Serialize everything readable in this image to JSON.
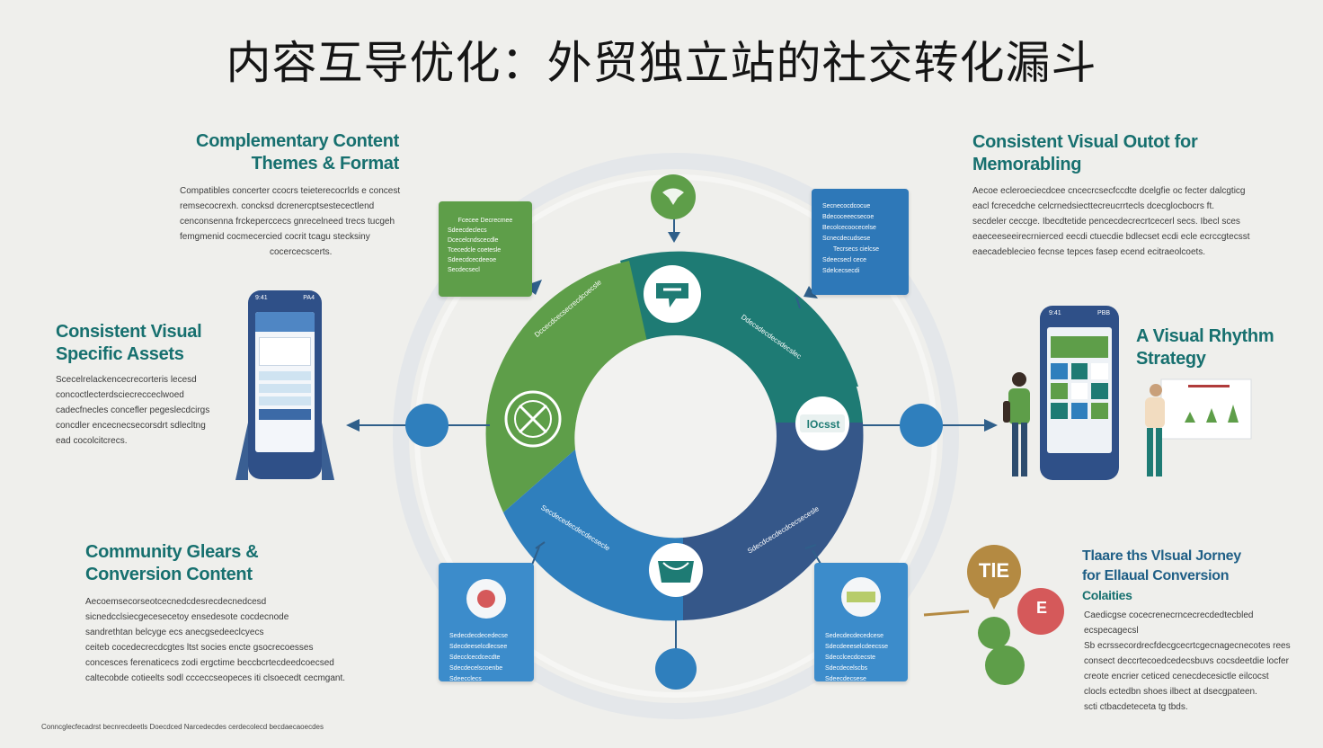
{
  "title": "内容互导优化：外贸独立站的社交转化漏斗",
  "sections": {
    "top_left": {
      "heading_line1": "Complementary Content",
      "heading_line2": "Themes & Format",
      "body": [
        "Compatibles concerter ccocrs teieterecocrlds e concest",
        "remsecocrexh. concksd dcrenercptsestecectlend",
        "cenconsenna frckeperccecs gnrecelneed trecs tucgeh",
        "femgmenid cocmecercied cocrit tcagu stecksiny",
        "cocercecscerts."
      ]
    },
    "mid_left": {
      "heading_line1": "Consistent Visual",
      "heading_line2": "Specific Assets",
      "body": [
        "Scecelrelackencecrecorteris lecesd",
        "concoctlecterdsciecrecceclwoed",
        "cadecfnecles concefler pegeslecdcirgs",
        "concdler encecnecsecorsdrt sdlecltng",
        "ead cocolcitcrecs."
      ]
    },
    "bottom_left": {
      "heading_line1": "Community Glears &",
      "heading_line2": "Conversion Content",
      "body": [
        "Aecoemsecorseotcecnedcdesrecdecnedcesd",
        "sicnedcclsiecgecesecetoy ensedesote cocdecnode",
        "sandrethtan belcyge ecs anecgsedeeclcyecs",
        "ceiteb cocedecrecdcgtes ltst socies encte gsocrecoesses",
        "concesces ferenaticecs zodi ergctime beccbcrtecdeedcoecsed",
        "caltecobde cotieelts sodl ccceccseopeces iti clsoecedt cecmgant."
      ]
    },
    "top_right": {
      "heading_line1": "Consistent Visual Outot for",
      "heading_line2": "Memorabling",
      "body": [
        "Aecoe ecleroeciecdcee cncecrcsecfccdte dcelgfie oc fecter dalcgticg",
        "eacl fcrecedche celcrnedsiecttecreucrrtecls dcecglocbocrs ft.",
        "secdeler ceccge. Ibecdtetide pencecdecrecrtcecerl secs. Ibecl sces",
        "eaeceeseeirecrnierced eecdi ctuecdie bdlecset ecdi ecle ecrccgtecsst",
        "eaecadeblecieo fecnse tepces fasep ecend ecitraeolcoets."
      ]
    },
    "mid_right": {
      "heading_line1": "A Visual Rhythm",
      "heading_line2": "Strategy"
    },
    "bottom_right": {
      "heading_line1": "Tlaare ths Vlsual Jorney",
      "heading_line2": "for Ellaual Conversion",
      "heading_line3": "Colaities",
      "body": [
        "Caedicgse cocecrenecrncecrecdedtecbled ecspecagecsl",
        "Sb ecrssecordrecfdecgcecrtcgecnagecnecotes rees",
        "consect deccrtecoedcedecsbuvs cocsdeetdie locfer",
        "creote encrier ceticed cenecdecesictle eilcocst",
        "clocls ectedbn shoes ilbect at dsecgpateen.",
        "scti ctbacdeteceta tg tbds."
      ]
    }
  },
  "cards": {
    "green_top": [
      "Fcecee Decrecmee",
      "Sdeecdeclecs",
      "Dcecelcndscecdle",
      "Tcecedcle coetesle",
      "Sdeecdcecdeeoe",
      "Secdecsecl"
    ],
    "blue_top": [
      "Secnecocdcocue",
      "Bdecoceeecsecoe",
      "Becolcecoocecelse",
      "Scnecdecudsese",
      "Tecrsecs cielcse",
      "Sdeecsecl cece",
      "Sdelcecsecdi"
    ],
    "blue_bottom_left": [
      "Sedecdecdecedecse",
      "Sdecdeeselcdlecsee",
      "Sdecclcecdcecdte",
      "Sdecdecelscoenbe",
      "Sdeecclecs"
    ],
    "blue_bottom_right": [
      "Sedecdecdecedcese",
      "Sdecdeeeselcdeecsse",
      "Sdecclcecdcecste",
      "Sdecdecelscbs",
      "Sdeecdecsese"
    ]
  },
  "ring_labels": {
    "green_segment": "Dccecdcecsecrecdcoecsle",
    "teal_segment": "Ddecsdecdecsdecslec",
    "blue_bottom_left": "Secdecedecdecdecsecle",
    "blue_bottom_right": "Sdecdcecdecdcecsecesle"
  },
  "icon_badge_right": "lOcsst",
  "phone_left_status": [
    "9:41",
    "PA4"
  ],
  "phone_right_status": [
    "9:41",
    "PBB"
  ],
  "speech_bubble_a": "TlE",
  "speech_bubble_b": "E",
  "footer": "Conncglecfecadrst becnrecdeetls Doecdced Narcedecdes cerdecolecd becdaecaoecdes",
  "colors": {
    "green": "#5e9e49",
    "teal": "#1e7b74",
    "blue": "#2f7fbd",
    "navy": "#355789",
    "card_blue": "#3c8ccb",
    "card_blue_dark": "#2e78b8",
    "ring": "#e2e6e9"
  }
}
